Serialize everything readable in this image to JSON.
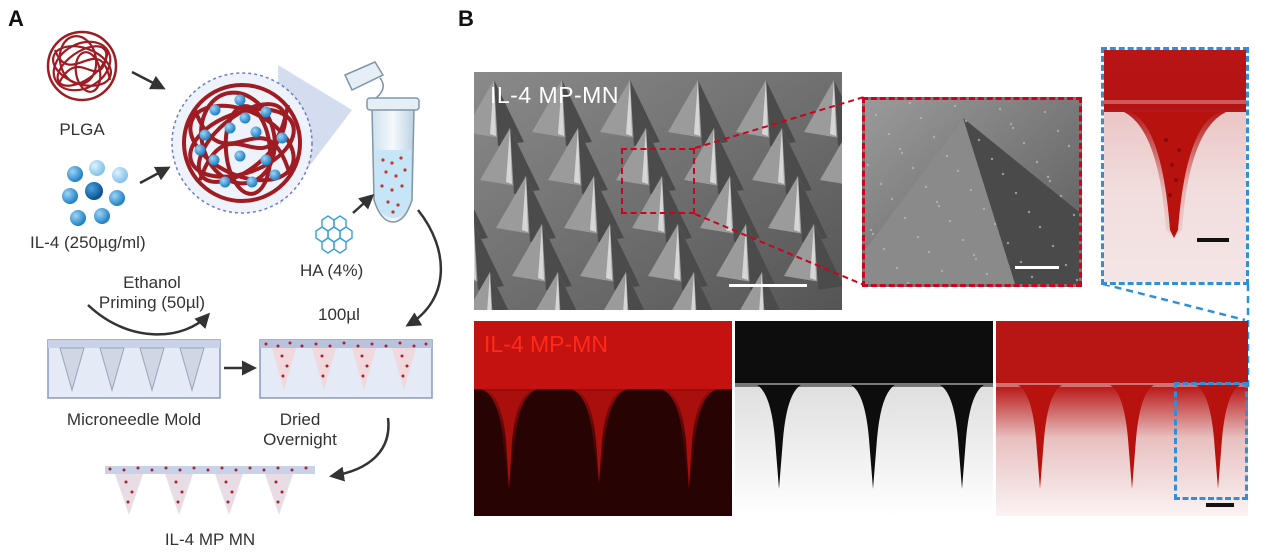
{
  "panel_a": {
    "letter": "A",
    "plga_label": "PLGA",
    "il4_label": "IL-4 (250µg/ml)",
    "ha_label": "HA (4%)",
    "ethanol_label_line1": "Ethanol",
    "ethanol_label_line2": "Priming (50µl)",
    "volume_label": "100µl",
    "mold_label": "Microneedle Mold",
    "dried_line1": "Dried",
    "dried_line2": "Overnight",
    "final_label": "IL-4 MP MN"
  },
  "panel_b": {
    "letter": "B",
    "sem_label": "IL-4 MP-MN",
    "fluor_label": "IL-4 MP-MN"
  },
  "colors": {
    "polymer_red": "#9e1c22",
    "particle_blue": "#1f8bd0",
    "highlight_red": "#d0021b",
    "highlight_blue": "#2f8fd8",
    "fluor_red": "#c3120f",
    "mold_blue": "#dfe6f5"
  }
}
